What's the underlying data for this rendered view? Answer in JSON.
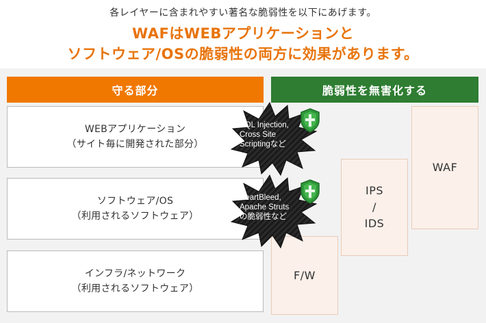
{
  "intro": "各レイヤーに含まれやすい著名な脆弱性を以下にあげます。",
  "headline": {
    "line1": "WAFはWEBアプリケーションと",
    "line2": "ソフトウェア/OSの脆弱性の両方に効果があります。"
  },
  "headers": {
    "protect": "守る部分",
    "neutralize": "脆弱性を無害化する"
  },
  "layers": [
    {
      "line1": "WEBアプリケーション",
      "line2": "（サイト毎に開発された部分）"
    },
    {
      "line1": "ソフトウェア/OS",
      "line2": "（利用されるソフトウェア）"
    },
    {
      "line1": "インフラ/ネットワーク",
      "line2": "（利用されるソフトウェア）"
    }
  ],
  "threats": [
    {
      "line1": "SQL Injection,",
      "line2": "Cross Site",
      "line3": "Scriptingなど"
    },
    {
      "line1": "HeartBleed,",
      "line2": "Apache Struts",
      "line3": "の脆弱性など"
    }
  ],
  "products": {
    "fw": "F/W",
    "ips": {
      "line1": "IPS",
      "line2": "/",
      "line3": "IDS"
    },
    "waf": "WAF"
  },
  "colors": {
    "accent_orange": "#f07800",
    "accent_green": "#2e7d32",
    "headline_orange": "#e8740c",
    "product_fill": "#fbf0ea",
    "shield_green": "#2f9a3a"
  },
  "icons": [
    "spiky-burst-icon",
    "shield-icon"
  ]
}
